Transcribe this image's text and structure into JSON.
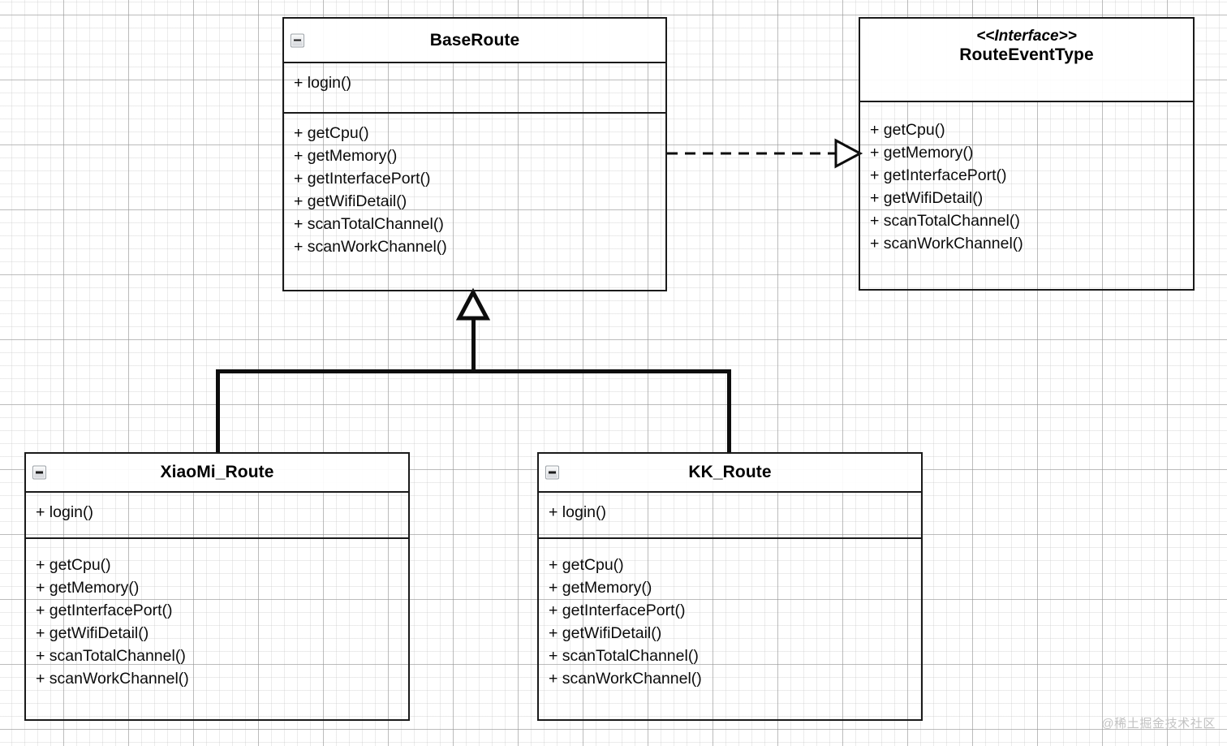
{
  "diagram": {
    "type": "uml-class-diagram",
    "background": "graph-paper-grid",
    "grid_minor_color": "#f0f0f0",
    "grid_major_color": "#c8c8c8",
    "line_color": "#0d0d0d"
  },
  "classes": {
    "base_route": {
      "name": "BaseRoute",
      "collapse_icon": "collapse-minus-icon",
      "section1": [
        "+ login()"
      ],
      "section2": [
        "+ getCpu()",
        "+ getMemory()",
        "+ getInterfacePort()",
        "+ getWifiDetail()",
        "+ scanTotalChannel()",
        "+ scanWorkChannel()"
      ]
    },
    "route_event_type": {
      "stereotype": "<<Interface>>",
      "name": "RouteEventType",
      "section1": [],
      "section2": [
        "+ getCpu()",
        "+ getMemory()",
        "+ getInterfacePort()",
        "+ getWifiDetail()",
        "+ scanTotalChannel()",
        "+ scanWorkChannel()"
      ]
    },
    "xiaomi_route": {
      "name": "XiaoMi_Route",
      "collapse_icon": "collapse-minus-icon",
      "section1": [
        "+ login()"
      ],
      "section2": [
        "+ getCpu()",
        "+ getMemory()",
        "+ getInterfacePort()",
        "+ getWifiDetail()",
        "+ scanTotalChannel()",
        "+ scanWorkChannel()"
      ]
    },
    "kk_route": {
      "name": "KK_Route",
      "collapse_icon": "collapse-minus-icon",
      "section1": [
        "+ login()"
      ],
      "section2": [
        "+ getCpu()",
        "+ getMemory()",
        "+ getInterfacePort()",
        "+ getWifiDetail()",
        "+ scanTotalChannel()",
        "+ scanWorkChannel()"
      ]
    }
  },
  "relationships": [
    {
      "id": "realization",
      "from": "BaseRoute",
      "to": "RouteEventType",
      "style": "dashed",
      "arrowhead": "hollow-triangle",
      "uml_kind": "realization"
    },
    {
      "id": "generalization-xiaomi",
      "from": "XiaoMi_Route",
      "to": "BaseRoute",
      "style": "solid",
      "arrowhead": "hollow-triangle",
      "uml_kind": "generalization"
    },
    {
      "id": "generalization-kk",
      "from": "KK_Route",
      "to": "BaseRoute",
      "style": "solid",
      "arrowhead": "hollow-triangle",
      "uml_kind": "generalization"
    }
  ],
  "watermark": {
    "text": "@稀土掘金技术社区",
    "color": "#c2c2c2"
  }
}
